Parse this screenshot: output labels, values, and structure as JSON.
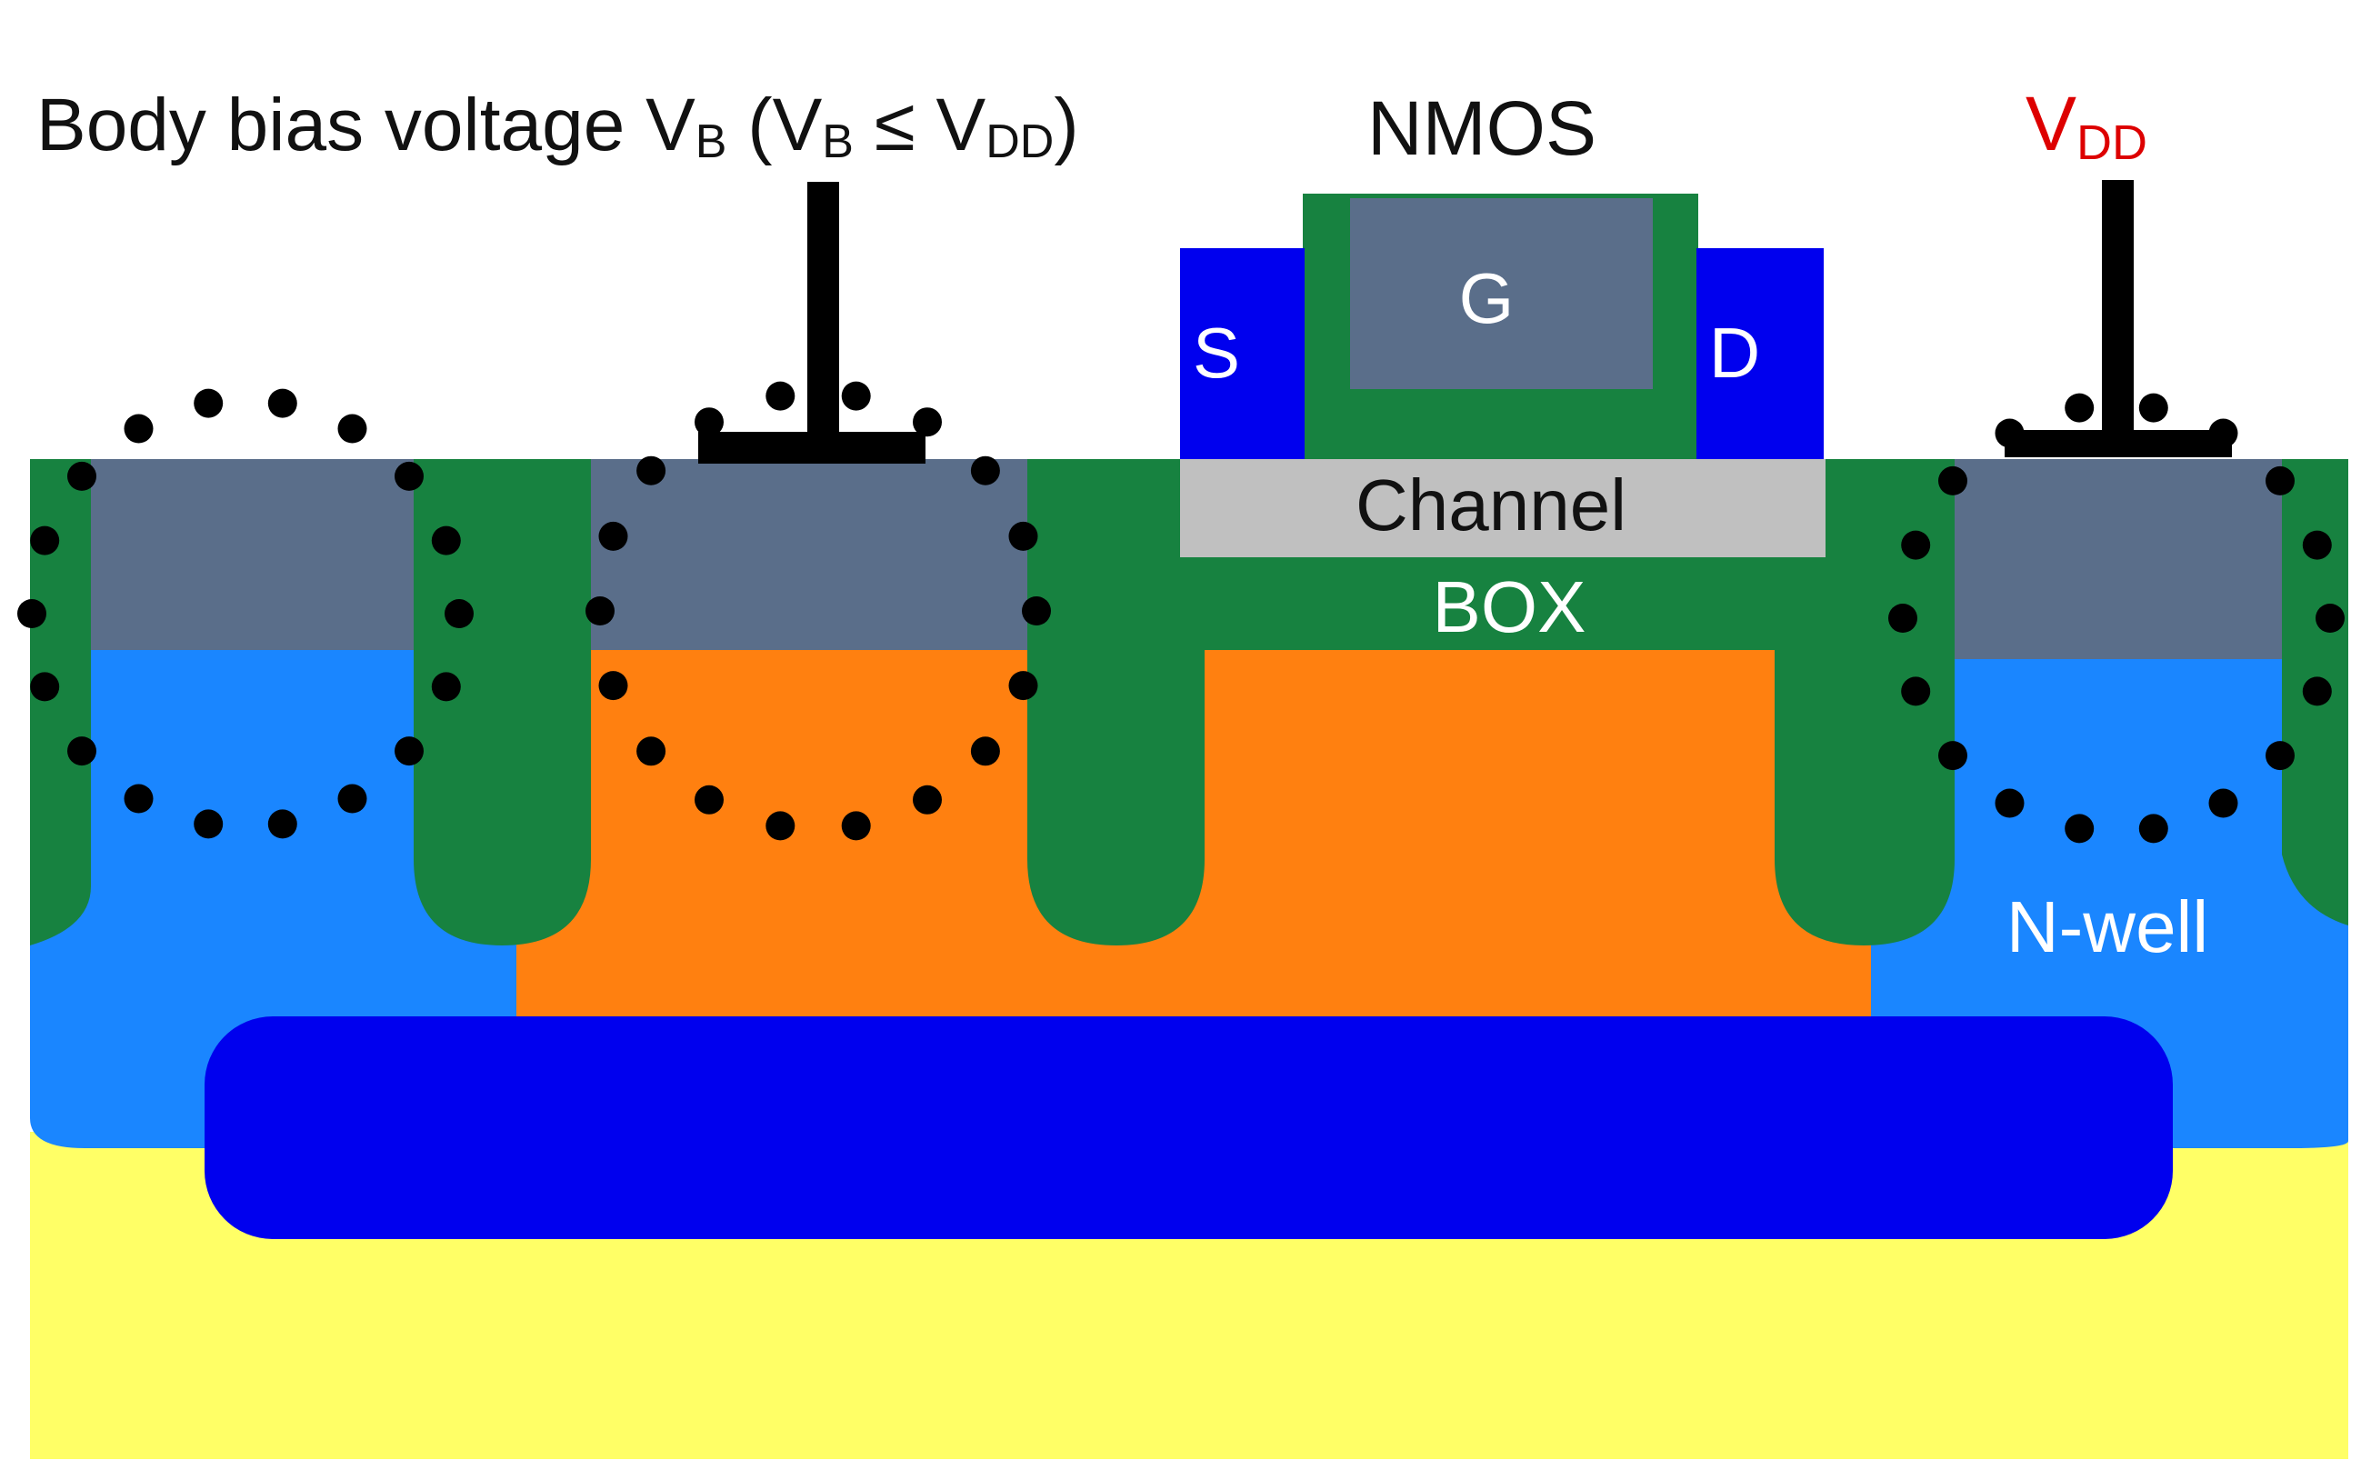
{
  "labels": {
    "body_bias_main": "Body bias voltage V",
    "body_bias_sub_b": "B",
    "body_bias_paren_open": " (V",
    "body_bias_sub_b2": "B",
    "body_bias_leq": " ≤ V",
    "body_bias_sub_dd": "DD",
    "body_bias_paren_close": ")",
    "nmos": "NMOS",
    "vdd_main": "V",
    "vdd_sub": "DD",
    "gate": "G",
    "source": "S",
    "drain": "D",
    "channel": "Channel",
    "box": "BOX",
    "nwell": "N-well"
  },
  "colors": {
    "substrate": "#ffff66",
    "nwell": "#1a86ff",
    "pwell": "#ff8010",
    "deep_nwell": "#0000ee",
    "oxide_sti": "#178240",
    "diffusion": "#5a6e8a",
    "gate_poly": "#5a6e8a",
    "source_drain": "#0000ee",
    "channel": "#c0c0c0",
    "contact": "#000000",
    "vdd_text": "#dd0000"
  },
  "icons": {
    "contact_left": "terminal-contact-icon",
    "contact_right": "terminal-contact-icon",
    "dotted_region": "dotted-circle-icon"
  }
}
